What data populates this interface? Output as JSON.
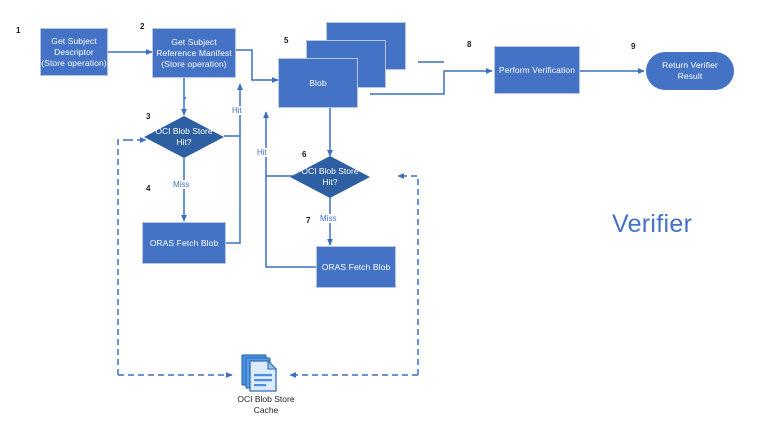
{
  "diagram": {
    "title": "Verifier",
    "accent_color": "#4472C4",
    "diamond_color": "#2E5FA3",
    "line_color": "#4472C4",
    "nodes": [
      {
        "num": "1",
        "label": "Get Subject Descriptor\n(Store operation)",
        "line1": "Get Subject",
        "line2": "Descriptor",
        "line3": "(Store operation)",
        "shape": "rect"
      },
      {
        "num": "2",
        "label": "Get Subject Reference Manifest\n(Store operation)",
        "line1": "Get Subject",
        "line2": "Reference Manifest",
        "line3": "(Store operation)",
        "shape": "rect"
      },
      {
        "num": "3",
        "label": "OCI Blob Store Hit?",
        "line1": "OCI Blob Store",
        "line2": "Hit?",
        "shape": "diamond"
      },
      {
        "num": "4",
        "label": "ORAS Fetch Blob",
        "shape": "rect"
      },
      {
        "num": "5",
        "label": "Blob",
        "shape": "stack"
      },
      {
        "num": "6",
        "label": "OCI Blob Store Hit?",
        "line1": "OCI Blob Store",
        "line2": "Hit?",
        "shape": "diamond"
      },
      {
        "num": "7",
        "label": "ORAS Fetch Blob",
        "shape": "rect"
      },
      {
        "num": "8",
        "label": "Perform Verification",
        "shape": "rect"
      },
      {
        "num": "9",
        "label": "Return Verifier Result",
        "line1": "Return Verifier",
        "line2": "Result",
        "shape": "pill"
      }
    ],
    "edge_labels": [
      {
        "id": "hit-1",
        "text": "Hit"
      },
      {
        "id": "miss-1",
        "text": "Miss"
      },
      {
        "id": "hit-2",
        "text": "Hit"
      },
      {
        "id": "miss-2",
        "text": "Miss"
      }
    ],
    "cache": {
      "line1": "OCI Blob Store",
      "line2": "Cache",
      "icon": "documents-stack-icon"
    }
  }
}
